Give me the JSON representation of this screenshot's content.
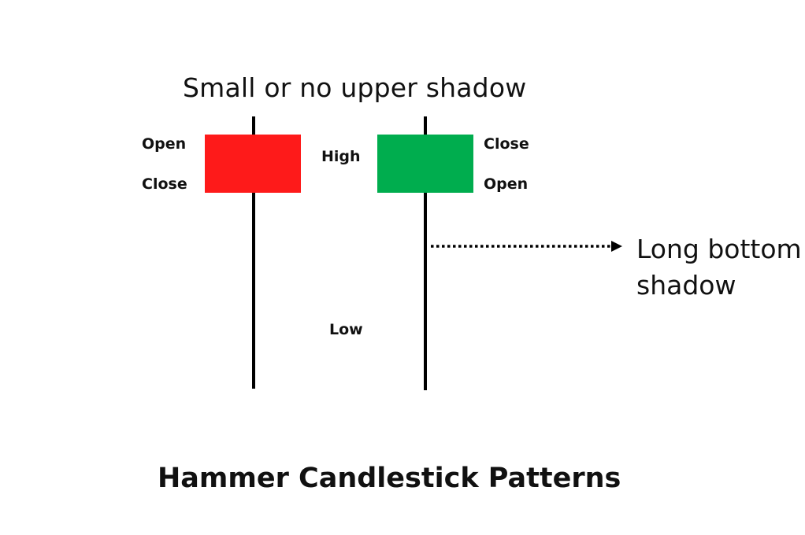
{
  "title": "Hammer Candlestick Patterns",
  "top_caption": "Small or no upper shadow",
  "side_note": {
    "line1": "Long bottom",
    "line2": "shadow"
  },
  "labels": {
    "bearish_top": "Open",
    "bearish_bottom": "Close",
    "bullish_top": "Close",
    "bullish_bottom": "Open",
    "high": "High",
    "low": "Low"
  },
  "colors": {
    "bearish": "#fe1a1a",
    "bullish": "#00ad4e",
    "wick": "#000000"
  }
}
